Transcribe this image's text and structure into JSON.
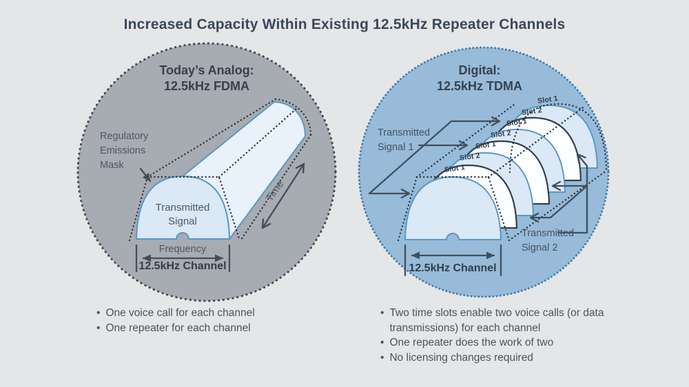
{
  "title": "Increased Capacity Within Existing 12.5kHz Repeater Channels",
  "bullet_char": "•",
  "colors": {
    "background": "#e5e6e8",
    "left_circle_fill": "#a7abb2",
    "left_circle_dots": "#45494f",
    "right_circle_fill": "#97bbd9",
    "right_circle_dots": "#3f7fae",
    "signal_fill_light_blue": "#dbe8f6",
    "signal_body_fill": "#e9f1fa",
    "signal_outline_blue": "#5998c6",
    "slot2_fill_white": "#fdfeff",
    "dark_outline": "#333e4c",
    "mask_dots": "#2d343c",
    "arrow_stroke": "#424e5c",
    "title_text": "#3b4858"
  },
  "left": {
    "heading_line1": "Today’s Analog:",
    "heading_line2": "12.5kHz FDMA",
    "mask_label_line1": "Regulatory",
    "mask_label_line2": "Emissions",
    "mask_label_line3": "Mask",
    "signal_label_line1": "Transmitted",
    "signal_label_line2": "Signal",
    "frequency_label": "Frequency",
    "channel_label": "12.5kHz Channel",
    "time_label": "Time",
    "bullets": [
      "One voice call for each channel",
      "One repeater for each channel"
    ]
  },
  "right": {
    "heading_line1": "Digital:",
    "heading_line2": "12.5kHz TDMA",
    "signal1_line1": "Transmitted",
    "signal1_line2": "Signal 1",
    "signal2_line1": "Transmitted",
    "signal2_line2": "Signal 2",
    "channel_label": "12.5kHz Channel",
    "slots": [
      "Slot 1",
      "Slot 2",
      "Slot 1",
      "Slot 2",
      "Slot 1",
      "Slot 2",
      "Slot 1"
    ],
    "bullets": [
      "Two time slots enable two voice calls (or data transmissions) for each channel",
      "One repeater does the work of two",
      "No licensing changes required"
    ]
  }
}
